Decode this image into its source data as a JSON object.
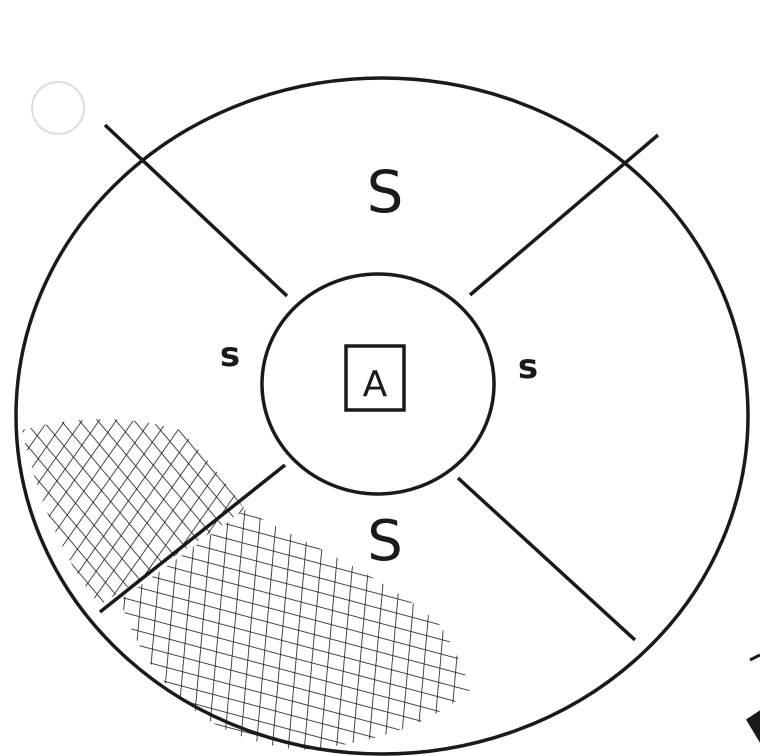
{
  "diagram": {
    "labels": {
      "top": "S",
      "bottom": "S",
      "left": "s",
      "right": "s",
      "center": "A"
    },
    "colors": {
      "ink": "#1a1a1a",
      "paper": "#ffffff"
    },
    "shaded_sectors": [
      "lower-left-outer",
      "lower-left-inner"
    ]
  }
}
